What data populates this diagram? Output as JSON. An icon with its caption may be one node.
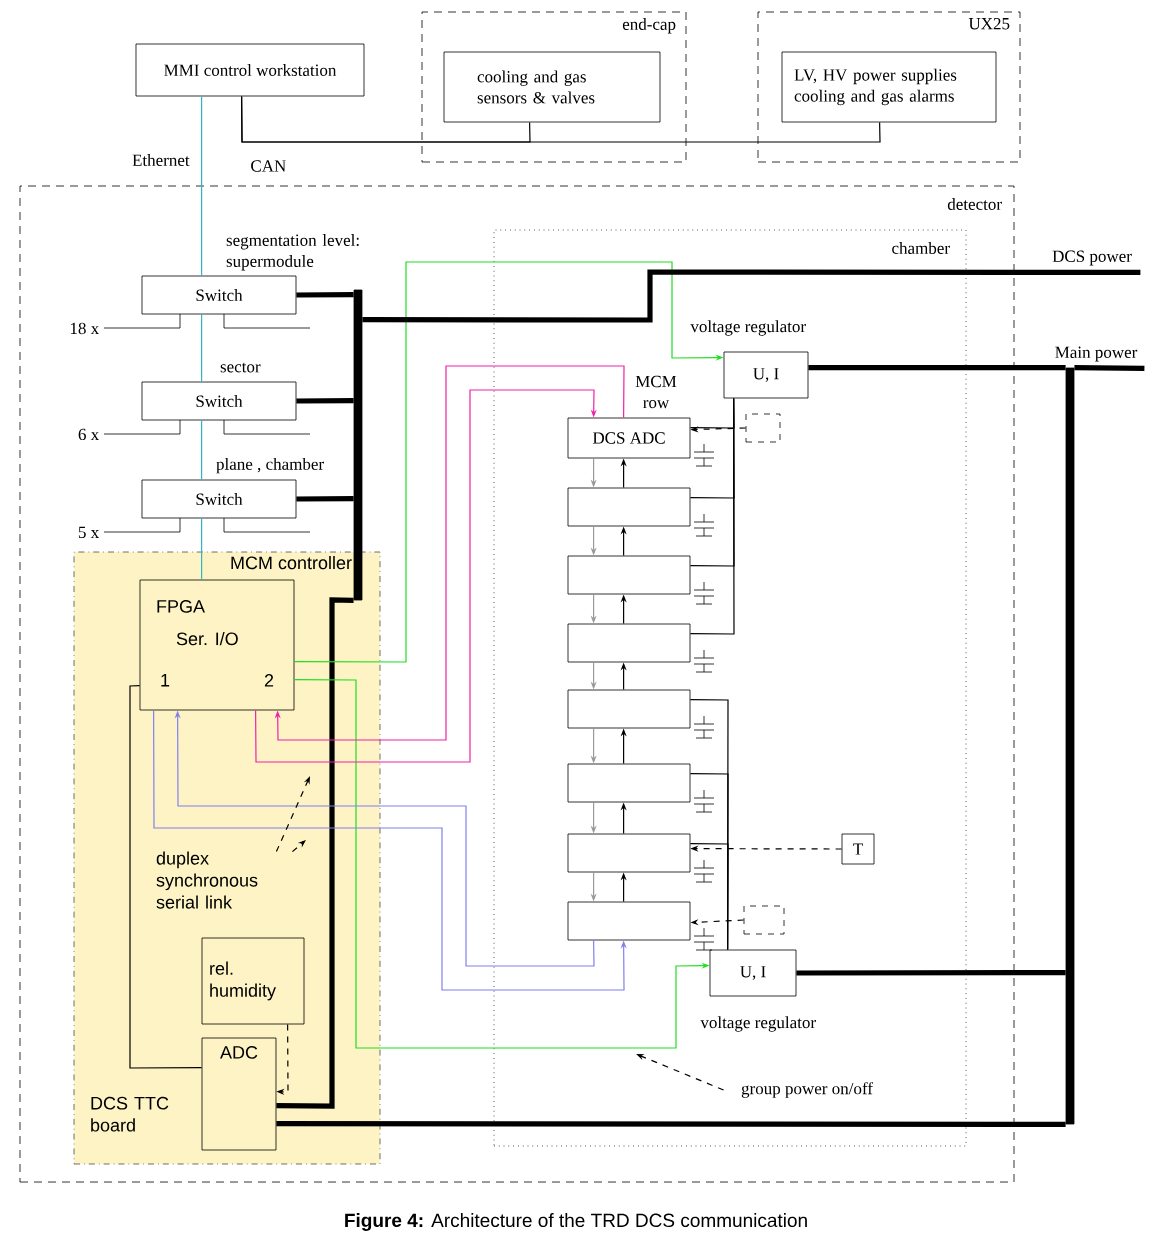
{
  "diagram": {
    "caption": "**Figure 4:** Architecture of the TRD DCS communication",
    "nodes": [
      {
        "text": [
          "MMI control workstation"
        ]
      },
      {
        "text": [
          "end-cap"
        ]
      },
      {
        "text": [
          "cooling and gas sensors & valves"
        ],
        "in": 1
      },
      {
        "text": [
          "UX25"
        ]
      },
      {
        "text": [
          "LV, HV power supplies cooling and gas alarms"
        ],
        "in": 3
      },
      {
        "text": [
          "detector"
        ]
      },
      {
        "text": [
          "chamber"
        ],
        "in": 5
      },
      {
        "text": [
          "Switch"
        ],
        "beside": [
          "segmentation level: supermodule",
          "18 x"
        ],
        "in": 5
      },
      {
        "text": [
          "Switch"
        ],
        "beside": [
          "sector",
          "6 x"
        ],
        "in": 5
      },
      {
        "text": [
          "Switch"
        ],
        "beside": [
          "plane , chamber",
          "5 x"
        ],
        "in": 5
      },
      {
        "text": [
          "MCM controller",
          "DCS TTC board"
        ],
        "in": 5
      },
      {
        "text": [
          "FPGA",
          "Ser. I/O",
          "1",
          "2"
        ],
        "in": 10
      },
      {
        "text": [
          "rel. humidity"
        ],
        "in": 10
      },
      {
        "text": [
          "ADC"
        ],
        "in": 10
      },
      {
        "text": [
          "U, I"
        ],
        "in": 6
      },
      {
        "text": [
          "DCS ADC"
        ],
        "in": 6
      },
      {
        "text": [],
        "shape": "box",
        "in": 6
      },
      {
        "text": [],
        "shape": "box",
        "in": 6
      },
      {
        "text": [],
        "shape": "box",
        "in": 6
      },
      {
        "text": [],
        "shape": "box",
        "in": 6
      },
      {
        "text": [],
        "shape": "box",
        "in": 6
      },
      {
        "text": [],
        "shape": "box",
        "in": 6
      },
      {
        "text": [],
        "shape": "box",
        "in": 6
      },
      {
        "text": [
          "T"
        ],
        "in": 6
      },
      {
        "text": [
          "U, I"
        ],
        "in": 6
      },
      {
        "text": [],
        "shape": "box",
        "in": 6
      },
      {
        "text": [],
        "shape": "box",
        "in": 6
      },
      {
        "text": [
          "duplex synchronous serial link"
        ],
        "in": 10
      },
      {
        "text": [
          "group power on/off"
        ],
        "in": 6
      },
      {
        "text": [
          "DCS power"
        ]
      },
      {
        "text": [
          "Main power"
        ]
      },
      {
        "text": [],
        "shape": "bar",
        "in": 5
      },
      {
        "text": [],
        "shape": "bar"
      }
    ],
    "edges": [
      {
        "from": 0,
        "to": 7,
        "arrow": "none",
        "color": "#33b5c8",
        "label": "Ethernet"
      },
      {
        "from": 7,
        "to": 8,
        "arrow": "none",
        "color": "#33b5c8"
      },
      {
        "from": 8,
        "to": 9,
        "arrow": "none",
        "color": "#33b5c8"
      },
      {
        "from": 9,
        "to": 11,
        "arrow": "none",
        "color": "#33b5c8"
      },
      {
        "from": 0,
        "to": 2,
        "arrow": "none",
        "label": "CAN"
      },
      {
        "from": 0,
        "to": 4,
        "arrow": "none"
      },
      {
        "from": 7,
        "to": 31,
        "arrow": "none",
        "style": "thick"
      },
      {
        "from": 8,
        "to": 31,
        "arrow": "none",
        "style": "thick"
      },
      {
        "from": 9,
        "to": 31,
        "arrow": "none",
        "style": "thick"
      },
      {
        "from": 13,
        "to": 31,
        "arrow": "none",
        "style": "thick"
      },
      {
        "from": 14,
        "to": 32,
        "arrow": "none",
        "style": "thick"
      },
      {
        "from": 24,
        "to": 32,
        "arrow": "none",
        "style": "thick"
      },
      {
        "from": 13,
        "to": 32,
        "arrow": "none",
        "style": "thick"
      },
      {
        "from": 11,
        "to": 14,
        "arrow": "to",
        "color": "#22dd22"
      },
      {
        "from": 11,
        "to": 24,
        "arrow": "to",
        "color": "#22dd22"
      },
      {
        "from": 11,
        "to": 15,
        "arrow": "to",
        "color": "#ee22aa"
      },
      {
        "from": 15,
        "to": 11,
        "arrow": "to",
        "color": "#ee22aa"
      },
      {
        "from": 11,
        "to": 22,
        "arrow": "to",
        "color": "#8080ee"
      },
      {
        "from": 22,
        "to": 11,
        "arrow": "to",
        "color": "#8080ee"
      },
      {
        "from": 11,
        "to": 13,
        "arrow": "none"
      },
      {
        "from": 12,
        "to": 13,
        "arrow": "to",
        "style": "dashed"
      },
      {
        "from": 23,
        "to": 21,
        "arrow": "to",
        "style": "dashed"
      },
      {
        "from": 25,
        "to": 15,
        "arrow": "to",
        "style": "dashed"
      },
      {
        "from": 26,
        "to": 22,
        "arrow": "to",
        "style": "dashed"
      },
      {
        "from": 14,
        "to": 15,
        "arrow": "none"
      },
      {
        "from": 14,
        "to": 16,
        "arrow": "none"
      },
      {
        "from": 14,
        "to": 17,
        "arrow": "none"
      },
      {
        "from": 14,
        "to": 18,
        "arrow": "none"
      },
      {
        "from": 24,
        "to": 19,
        "arrow": "none"
      },
      {
        "from": 24,
        "to": 20,
        "arrow": "none"
      },
      {
        "from": 24,
        "to": 21,
        "arrow": "none"
      },
      {
        "from": 15,
        "to": 16,
        "arrow": "to",
        "color": "#999999"
      },
      {
        "from": 16,
        "to": 15,
        "arrow": "to"
      },
      {
        "from": 16,
        "to": 17,
        "arrow": "to",
        "color": "#999999"
      },
      {
        "from": 17,
        "to": 16,
        "arrow": "to"
      },
      {
        "from": 17,
        "to": 18,
        "arrow": "to",
        "color": "#999999"
      },
      {
        "from": 18,
        "to": 17,
        "arrow": "to"
      },
      {
        "from": 18,
        "to": 19,
        "arrow": "to",
        "color": "#999999"
      },
      {
        "from": 19,
        "to": 18,
        "arrow": "to"
      },
      {
        "from": 19,
        "to": 20,
        "arrow": "to",
        "color": "#999999"
      },
      {
        "from": 20,
        "to": 19,
        "arrow": "to"
      },
      {
        "from": 20,
        "to": 21,
        "arrow": "to",
        "color": "#999999"
      },
      {
        "from": 21,
        "to": 20,
        "arrow": "to"
      },
      {
        "from": 21,
        "to": 22,
        "arrow": "to",
        "color": "#999999"
      },
      {
        "from": 22,
        "to": 21,
        "arrow": "to"
      },
      {
        "from": 27,
        "to": null,
        "arrow": "to",
        "style": "dashed"
      },
      {
        "from": 27,
        "to": null,
        "arrow": "to",
        "style": "dashed"
      },
      {
        "from": 28,
        "to": null,
        "arrow": "to",
        "style": "dashed"
      },
      {
        "from": 31,
        "to": 29,
        "arrow": "none",
        "style": "thick"
      },
      {
        "from": 32,
        "to": 30,
        "arrow": "none",
        "style": "thick"
      }
    ],
    "labels": [
      "MCM row",
      "voltage regulator",
      "voltage regulator"
    ]
  }
}
